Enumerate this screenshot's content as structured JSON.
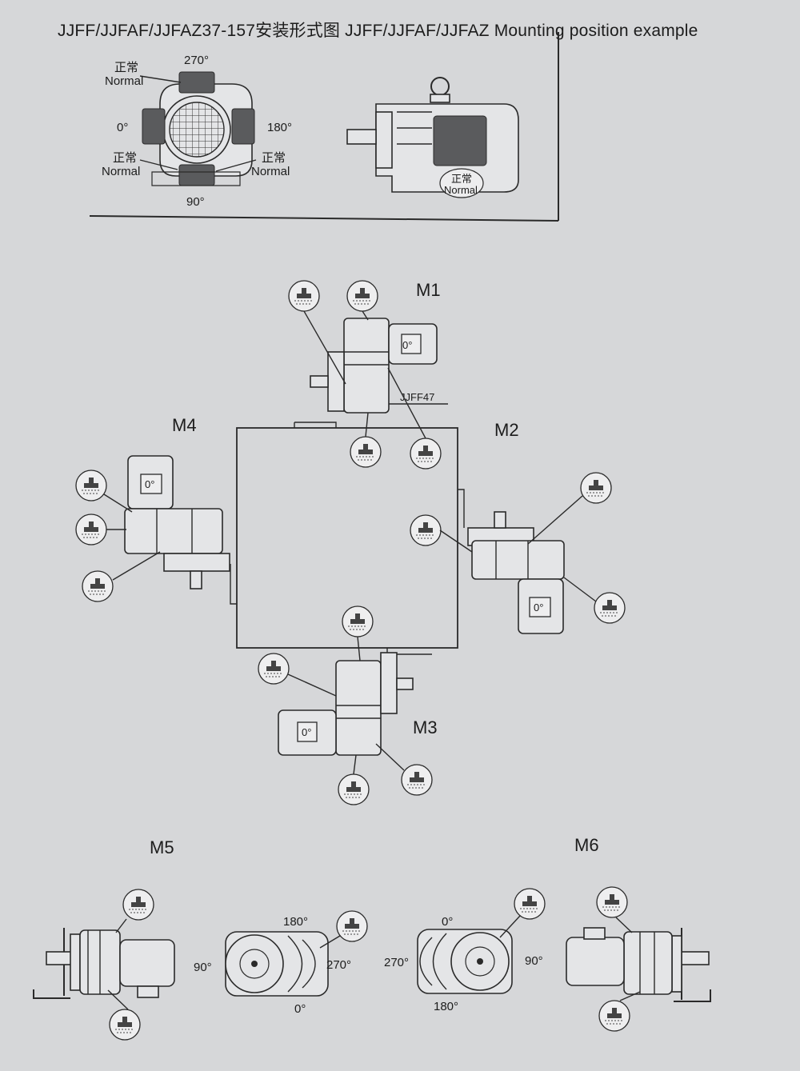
{
  "page_title": "JJFF/JJFAF/JJFAZ37-157安装形式图  JJFF/JJFAF/JJFAZ Mounting position example",
  "top_panel": {
    "angles": {
      "top": "270°",
      "left": "0°",
      "right": "180°",
      "bottom": "90°"
    },
    "normal_cn": "正常",
    "normal_en": "Normal"
  },
  "positions": {
    "M1": "M1",
    "M2": "M2",
    "M3": "M3",
    "M4": "M4",
    "M5": "M5",
    "M6": "M6"
  },
  "model_label": "JJFF47",
  "motor_tag": "0°",
  "m5_angles": {
    "top": "180°",
    "left": "90°",
    "right": "270°",
    "bottom": "0°"
  },
  "m6_angles": {
    "top": "0°",
    "left": "270°",
    "right": "90°",
    "bottom": "180°"
  },
  "icons": [
    "breather-vent-icon",
    "oil-level-plug-icon",
    "drain-plug-icon",
    "terminal-box-icon"
  ]
}
